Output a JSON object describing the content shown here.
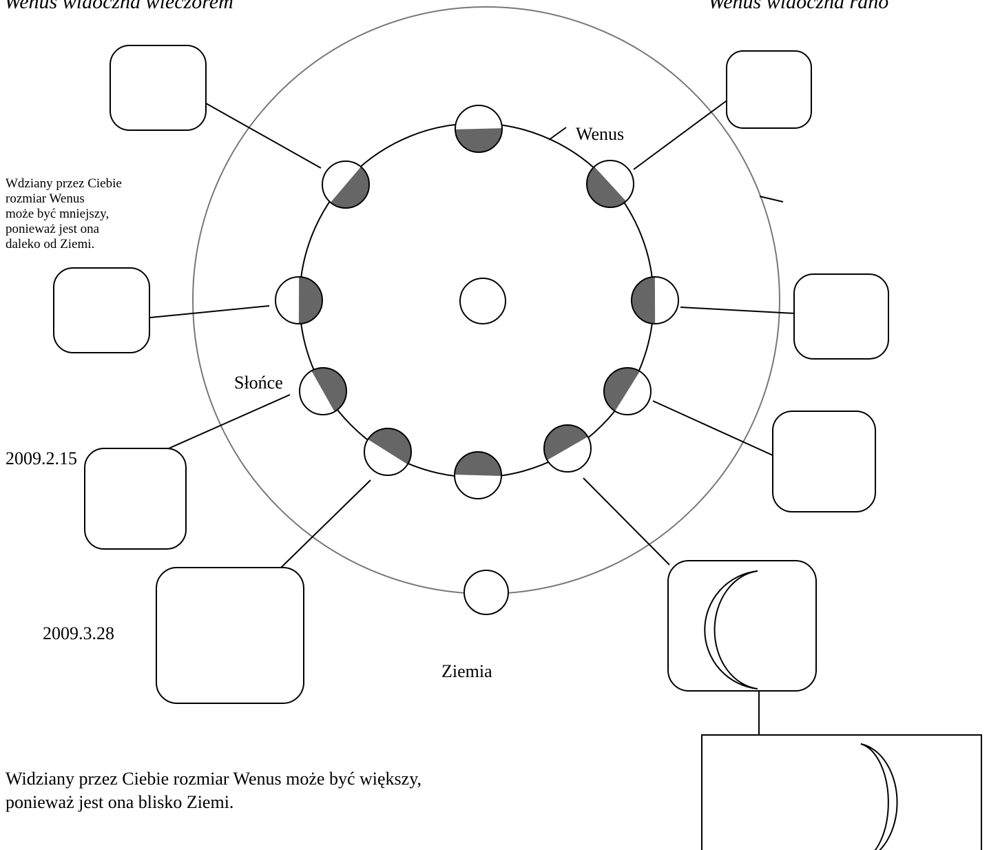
{
  "headers": {
    "evening": "Wenus widoczna wieczorem",
    "morning": "Wenus widoczna rano"
  },
  "labels": {
    "venus": "Wenus",
    "sun": "Słońce",
    "earth": "Ziemia",
    "date_1": "2009.2.15",
    "date_2": "2009.3.28"
  },
  "notes": {
    "far": "Wdziany przez Ciebie\nrozmiar Wenus\nmoże być mniejszy,\nponieważ jest ona\ndaleko od Ziemi.",
    "near": "Widziany przez Ciebie rozmiar Wenus może być większy,\nponieważ jest ona blisko Ziemi."
  },
  "colors": {
    "shadow": "#666666",
    "earth_orbit": "#777777",
    "ink": "#000000"
  },
  "icons": {
    "venus_phase": "venus-phase-icon",
    "sun": "sun-icon",
    "earth": "earth-icon",
    "crescent": "crescent-icon"
  }
}
